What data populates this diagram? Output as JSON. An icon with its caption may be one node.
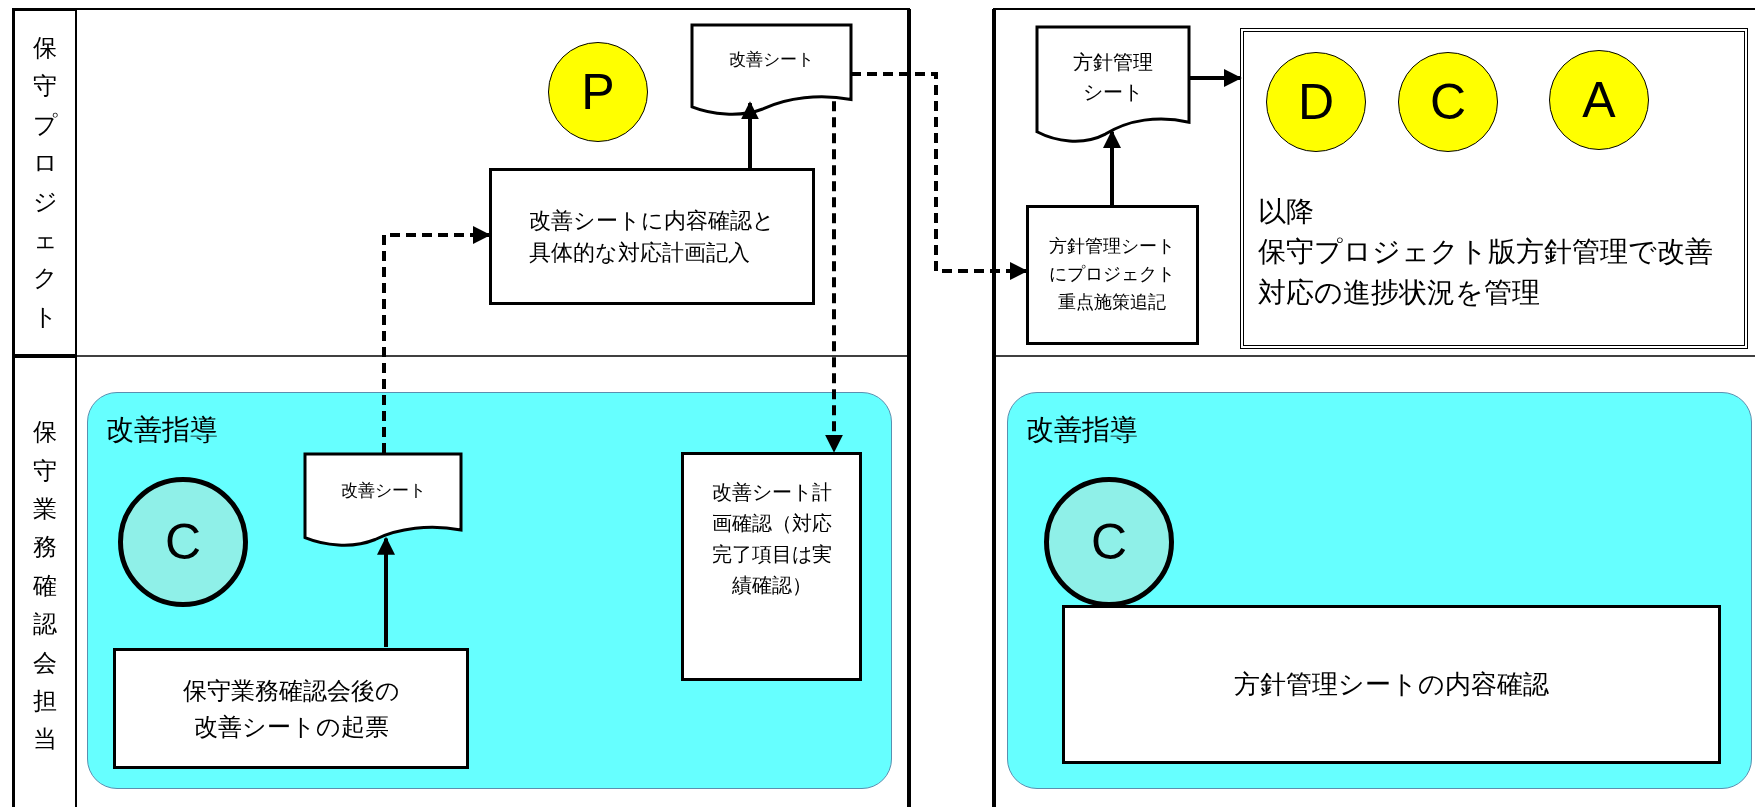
{
  "diagram": {
    "nodes": [
      {
        "text": [
          "保守プロジェクト"
        ]
      },
      {
        "text": [
          "保守業務確認会担当"
        ]
      },
      {
        "text": [
          "P"
        ]
      },
      {
        "text": [
          "改善シート"
        ]
      },
      {
        "text": [
          "改善シートに内容確認と具体的な対応計画記入"
        ]
      },
      {
        "text": [
          "改善指導"
        ]
      },
      {
        "text": [
          "C"
        ],
        "in": 5
      },
      {
        "text": [
          "改善シート"
        ],
        "in": 5
      },
      {
        "text": [
          "保守業務確認会後の改善シートの起票"
        ],
        "in": 5
      },
      {
        "text": [
          "改善シート計画確認（対応完了項目は実績確認）"
        ],
        "in": 5
      },
      {
        "text": [
          "方針管理シート"
        ]
      },
      {
        "text": [
          "方針管理シートにプロジェクト重点施策追記"
        ]
      },
      {
        "text": [
          "以降",
          "保守プロジェクト版方針管理で改善対応の進捗状況を管理"
        ]
      },
      {
        "text": [
          "D"
        ],
        "in": 12
      },
      {
        "text": [
          "C"
        ],
        "in": 12
      },
      {
        "text": [
          "A"
        ],
        "in": 12
      },
      {
        "text": [
          "改善指導"
        ]
      },
      {
        "text": [
          "C"
        ],
        "in": 16
      },
      {
        "text": [
          "方針管理シートの内容確認"
        ],
        "in": 16
      }
    ],
    "edges": [
      {
        "from": 8,
        "to": 7,
        "arrow": "to"
      },
      {
        "from": 7,
        "to": 4,
        "arrow": "to",
        "style": "dashed"
      },
      {
        "from": 4,
        "to": 3,
        "arrow": "to"
      },
      {
        "from": 3,
        "to": 9,
        "arrow": "to",
        "style": "dashed"
      },
      {
        "from": 3,
        "to": 11,
        "arrow": "to",
        "style": "dashed"
      },
      {
        "from": 11,
        "to": 10,
        "arrow": "to"
      },
      {
        "from": 10,
        "to": 12,
        "arrow": "to"
      }
    ]
  }
}
